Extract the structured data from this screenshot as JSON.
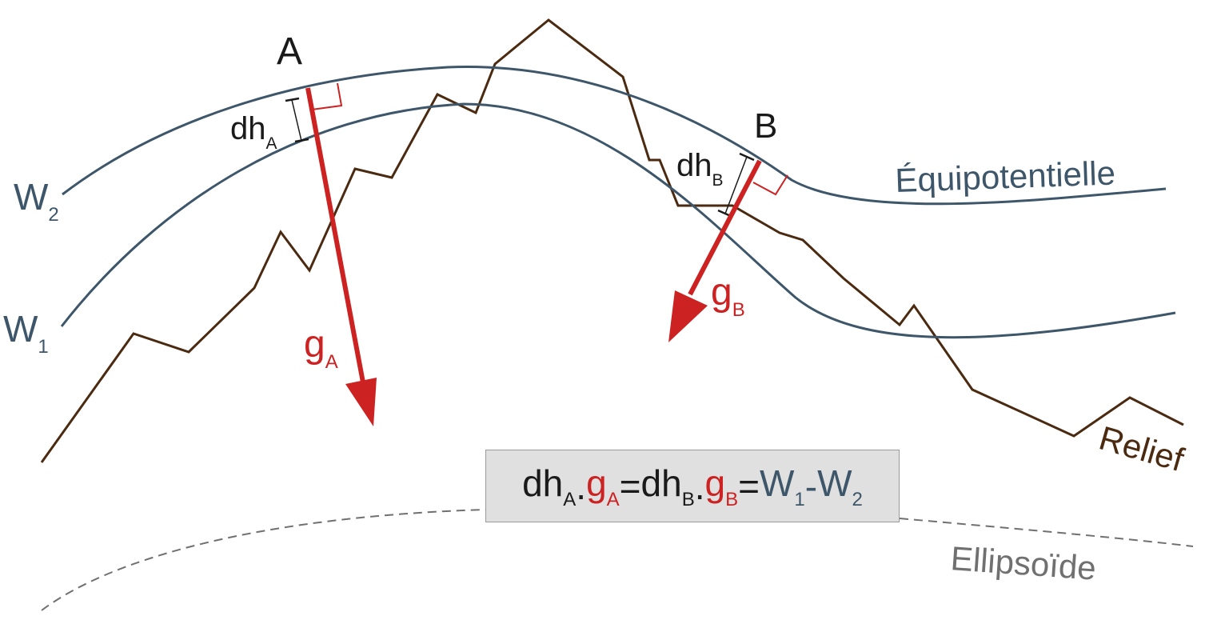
{
  "points": {
    "a": "A",
    "b": "B"
  },
  "curves": {
    "w1": {
      "main": "W",
      "sub": "1"
    },
    "w2": {
      "main": "W",
      "sub": "2"
    },
    "equipotential": "Équipotentielle",
    "relief": "Relief",
    "ellipsoid": "Ellipsoïde"
  },
  "heights": {
    "dh_a": {
      "main": "dh",
      "sub": "A"
    },
    "dh_b": {
      "main": "dh",
      "sub": "B"
    }
  },
  "gravity": {
    "g_a": {
      "main": "g",
      "sub": "A"
    },
    "g_b": {
      "main": "g",
      "sub": "B"
    }
  },
  "formula": {
    "t1": "dh",
    "t1_sub": "A",
    "dot1": ".",
    "t2": "g",
    "t2_sub": "A",
    "eq1": "=",
    "t3": "dh",
    "t3_sub": "B",
    "dot2": ".",
    "t4": "g",
    "t4_sub": "B",
    "eq2": "=",
    "t5": "W",
    "t5_sub": "1",
    "minus": "-",
    "t6": "W",
    "t6_sub": "2"
  },
  "colors": {
    "equipotential": "#3e566a",
    "relief": "#4a2a10",
    "gravity": "#cc2222",
    "ellipsoid": "#707070",
    "text": "#1a1a1a"
  }
}
